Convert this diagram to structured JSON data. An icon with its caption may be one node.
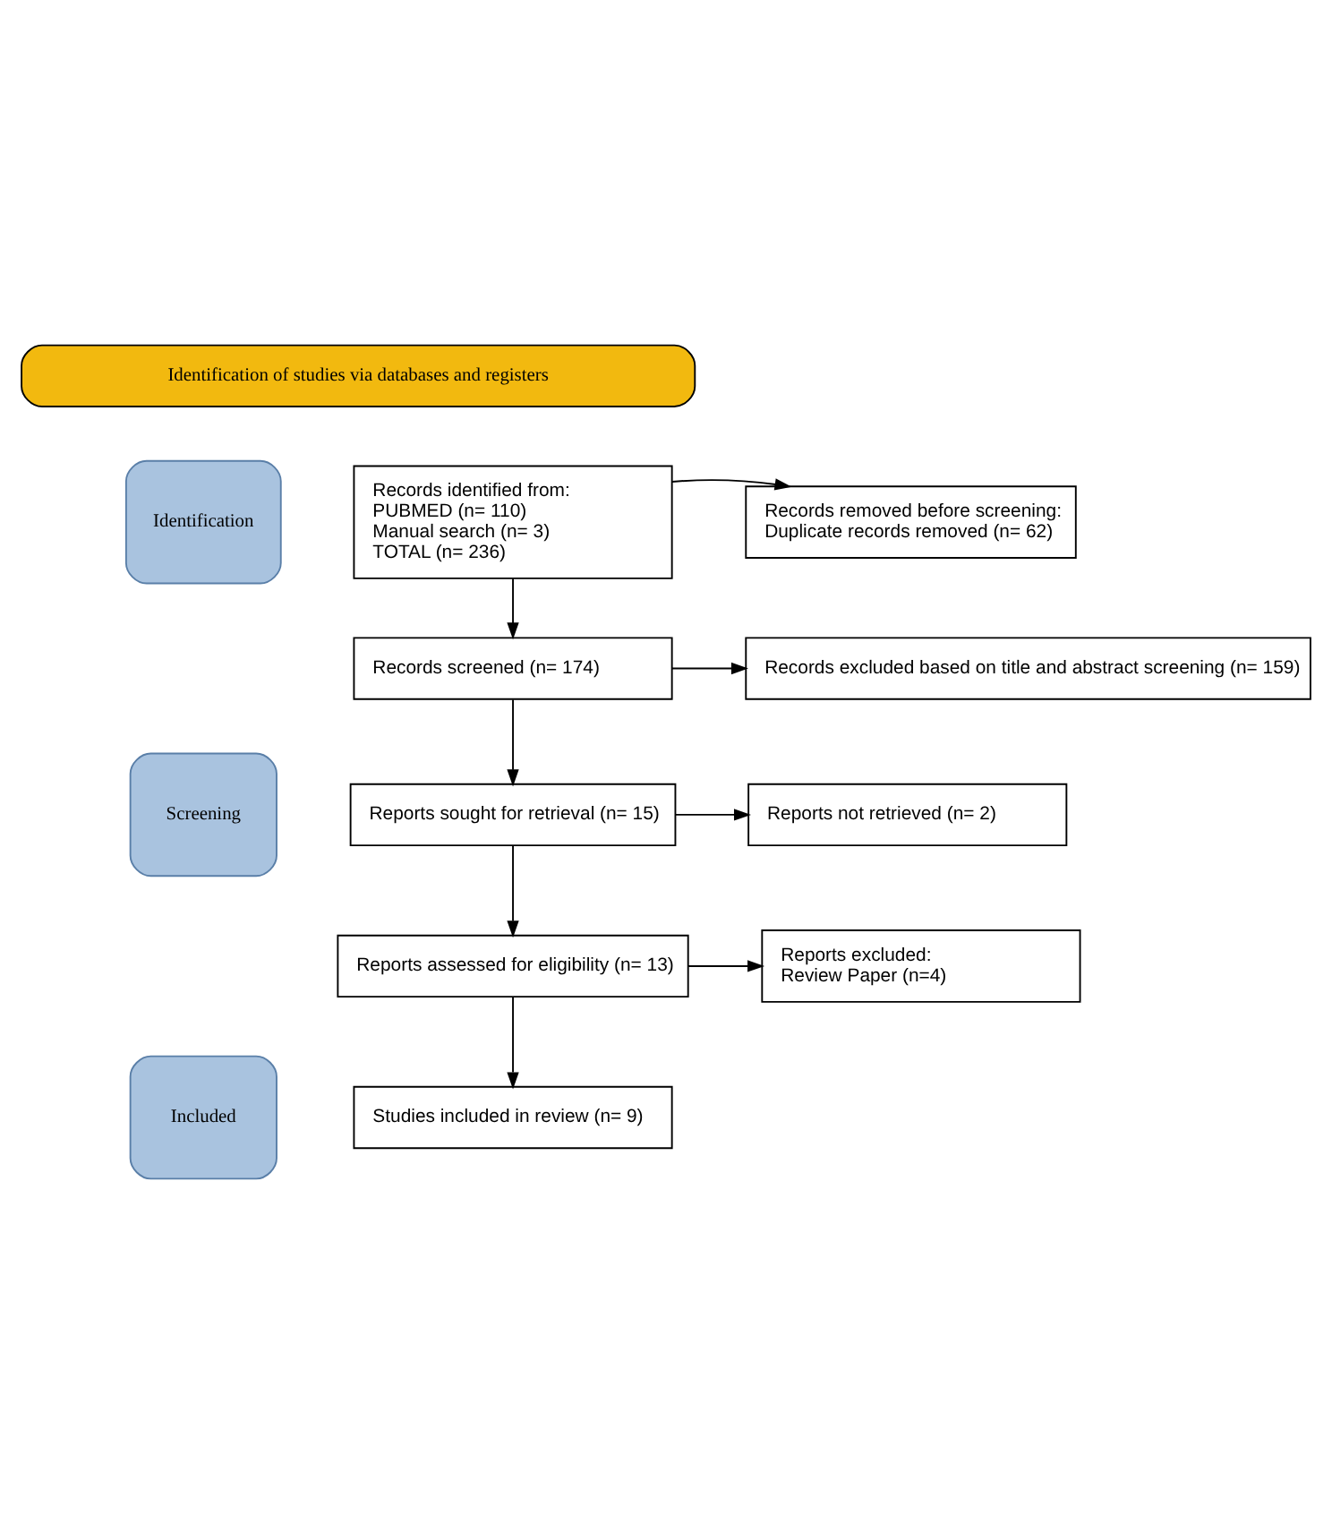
{
  "diagram": {
    "nodes": [
      {
        "text": [
          "Identification of studies via databases and registers"
        ]
      },
      {
        "text": [
          "Identification"
        ]
      },
      {
        "text": [
          "Records identified from:",
          "PUBMED (n= 110)",
          "Manual search (n= 3)",
          "TOTAL (n= 236)"
        ]
      },
      {
        "text": [
          "Records removed before screening:",
          "Duplicate records removed (n= 62)"
        ]
      },
      {
        "text": [
          "Screening"
        ]
      },
      {
        "text": [
          "Records screened (n= 174)"
        ]
      },
      {
        "text": [
          "Records excluded based on title and abstract screening (n= 159)"
        ]
      },
      {
        "text": [
          "Reports sought for retrieval (n= 15)"
        ]
      },
      {
        "text": [
          "Reports not retrieved (n= 2)"
        ]
      },
      {
        "text": [
          "Reports assessed for eligibility (n= 13)"
        ]
      },
      {
        "text": [
          "Reports excluded:",
          "Review Paper (n=4)"
        ]
      },
      {
        "text": [
          "Included"
        ]
      },
      {
        "text": [
          "Studies included in review (n= 9)"
        ]
      }
    ],
    "edges": [
      {
        "from": 2,
        "to": 3,
        "arrow": "to"
      },
      {
        "from": 2,
        "to": 5,
        "arrow": "to"
      },
      {
        "from": 5,
        "to": 6,
        "arrow": "to"
      },
      {
        "from": 5,
        "to": 7,
        "arrow": "to"
      },
      {
        "from": 7,
        "to": 8,
        "arrow": "to"
      },
      {
        "from": 7,
        "to": 9,
        "arrow": "to"
      },
      {
        "from": 9,
        "to": 10,
        "arrow": "to"
      },
      {
        "from": 9,
        "to": 12,
        "arrow": "to"
      }
    ]
  }
}
